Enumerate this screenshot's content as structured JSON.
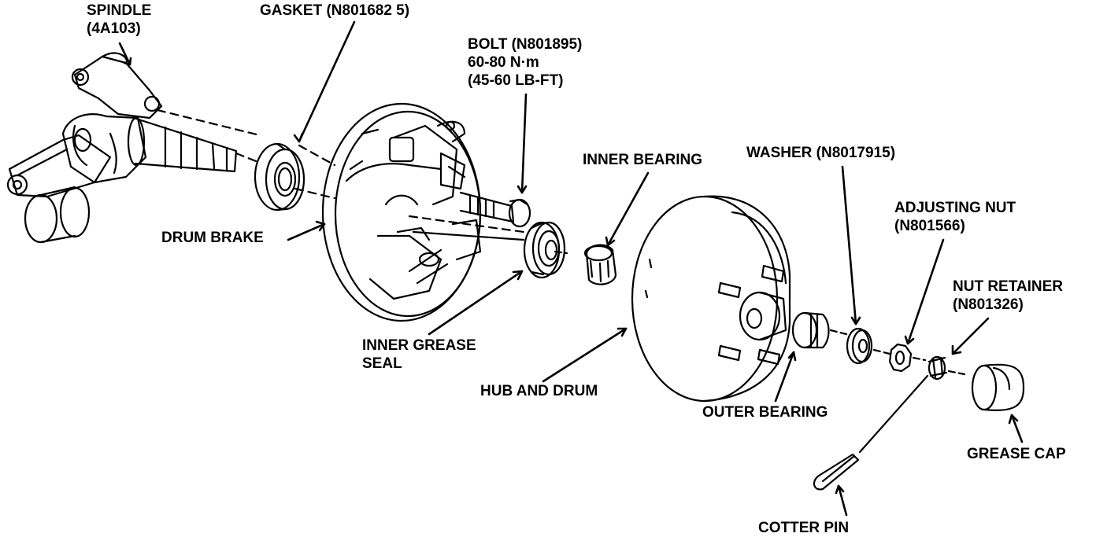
{
  "labels": {
    "spindle": {
      "line1": "SPINDLE",
      "line2": "(4A103)"
    },
    "gasket": "GASKET (N801682 5)",
    "bolt": {
      "line1": "BOLT (N801895)",
      "line2": "60-80 N·m",
      "line3": "(45-60 LB-FT)"
    },
    "inner_bearing": "INNER BEARING",
    "washer": "WASHER (N8017915)",
    "adjusting_nut": {
      "line1": "ADJUSTING NUT",
      "line2": "(N801566)"
    },
    "nut_retainer": {
      "line1": "NUT RETAINER",
      "line2": "(N801326)"
    },
    "drum_brake": "DRUM BRAKE",
    "inner_grease_seal": {
      "line1": "INNER GREASE",
      "line2": "SEAL"
    },
    "hub_and_drum": "HUB AND DRUM",
    "outer_bearing": "OUTER BEARING",
    "grease_cap": "GREASE CAP",
    "cotter_pin": "COTTER PIN"
  },
  "colors": {
    "ink": "#000000",
    "paper": "#ffffff"
  }
}
